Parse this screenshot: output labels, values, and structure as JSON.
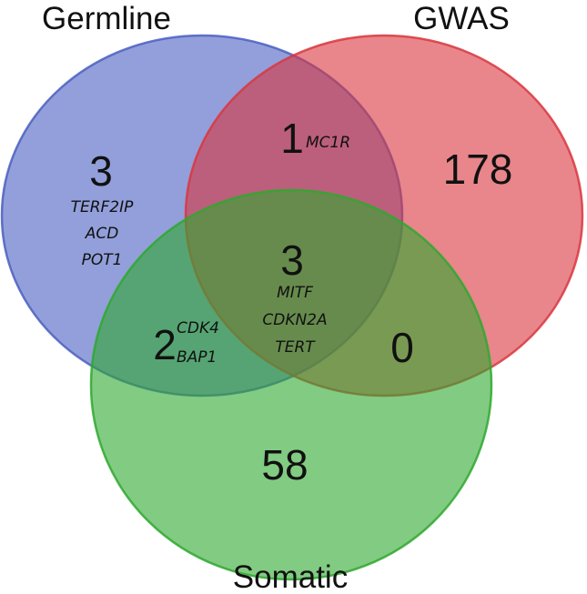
{
  "sets": {
    "germline": {
      "label": "Germline",
      "color": "#4a5fc1"
    },
    "gwas": {
      "label": "GWAS",
      "color": "#d9363e"
    },
    "somatic": {
      "label": "Somatic",
      "color": "#2ea82e"
    }
  },
  "regions": {
    "germline_only": {
      "count": "3",
      "genes": [
        "TERF2IP",
        "ACD",
        "POT1"
      ]
    },
    "germline_gwas": {
      "count": "1",
      "genes": [
        "MC1R"
      ]
    },
    "gwas_only": {
      "count": "178",
      "genes": []
    },
    "all_three": {
      "count": "3",
      "genes": [
        "MITF",
        "CDKN2A",
        "TERT"
      ]
    },
    "germline_somatic": {
      "count": "2",
      "genes": [
        "CDK4",
        "BAP1"
      ]
    },
    "gwas_somatic": {
      "count": "0",
      "genes": []
    },
    "somatic_only": {
      "count": "58",
      "genes": []
    }
  }
}
